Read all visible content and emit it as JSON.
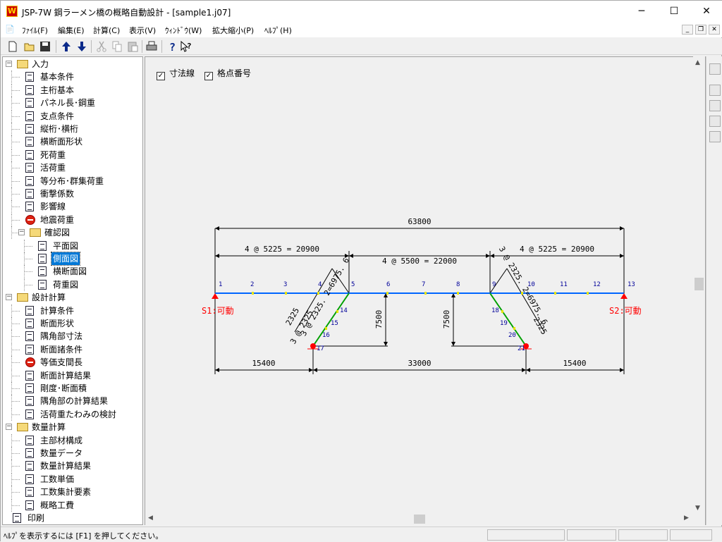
{
  "window": {
    "title": "JSP-7W 鋼ラーメン橋の概略自動設計 - [sample1.j07]",
    "app_icon_letter": "W",
    "minimize": "─",
    "maximize": "☐",
    "close": "✕"
  },
  "menu": {
    "items": [
      "ﾌｧｲﾙ(F)",
      "編集(E)",
      "計算(C)",
      "表示(V)",
      "ｳｨﾝﾄﾞｳ(W)",
      "拡大縮小(P)",
      "ﾍﾙﾌﾟ(H)"
    ],
    "mdi_minimize": "_",
    "mdi_restore": "❐",
    "mdi_close": "✕"
  },
  "toolbar": {
    "buttons": [
      "new-file-icon",
      "open-folder-icon",
      "save-icon",
      "up-arrow-icon",
      "down-arrow-icon",
      "cut-icon",
      "copy-icon",
      "paste-icon",
      "print-icon",
      "help-icon",
      "context-help-icon"
    ]
  },
  "tree": {
    "items": [
      {
        "label": "入力",
        "icon": "folder",
        "level": 0,
        "expander": "−"
      },
      {
        "label": "基本条件",
        "icon": "doc",
        "level": 1
      },
      {
        "label": "主桁基本",
        "icon": "doc",
        "level": 1
      },
      {
        "label": "パネル長･鋼重",
        "icon": "doc",
        "level": 1
      },
      {
        "label": "支点条件",
        "icon": "doc",
        "level": 1
      },
      {
        "label": "縦桁･横桁",
        "icon": "doc",
        "level": 1
      },
      {
        "label": "横断面形状",
        "icon": "doc",
        "level": 1
      },
      {
        "label": "死荷重",
        "icon": "doc",
        "level": 1
      },
      {
        "label": "活荷重",
        "icon": "doc",
        "level": 1
      },
      {
        "label": "等分布･群集荷重",
        "icon": "doc",
        "level": 1
      },
      {
        "label": "衝撃係数",
        "icon": "doc",
        "level": 1
      },
      {
        "label": "影響線",
        "icon": "doc",
        "level": 1
      },
      {
        "label": "地震荷重",
        "icon": "stop",
        "level": 1
      },
      {
        "label": "確認図",
        "icon": "folder",
        "level": 1,
        "expander": "−"
      },
      {
        "label": "平面図",
        "icon": "doc",
        "level": 2
      },
      {
        "label": "側面図",
        "icon": "doc",
        "level": 2,
        "selected": true
      },
      {
        "label": "横断面図",
        "icon": "doc",
        "level": 2
      },
      {
        "label": "荷重図",
        "icon": "doc",
        "level": 2
      },
      {
        "label": "設計計算",
        "icon": "folder",
        "level": 0,
        "expander": "−"
      },
      {
        "label": "計算条件",
        "icon": "doc",
        "level": 1
      },
      {
        "label": "断面形状",
        "icon": "doc",
        "level": 1
      },
      {
        "label": "隅角部寸法",
        "icon": "doc",
        "level": 1
      },
      {
        "label": "断面諸条件",
        "icon": "doc",
        "level": 1
      },
      {
        "label": "等価支間長",
        "icon": "stop",
        "level": 1
      },
      {
        "label": "断面計算結果",
        "icon": "doc",
        "level": 1
      },
      {
        "label": "剛度･断面積",
        "icon": "doc",
        "level": 1
      },
      {
        "label": "隅角部の計算結果",
        "icon": "doc",
        "level": 1
      },
      {
        "label": "活荷重たわみの検討",
        "icon": "doc",
        "level": 1
      },
      {
        "label": "数量計算",
        "icon": "folder",
        "level": 0,
        "expander": "−"
      },
      {
        "label": "主部材構成",
        "icon": "doc",
        "level": 1
      },
      {
        "label": "数量データ",
        "icon": "doc",
        "level": 1
      },
      {
        "label": "数量計算結果",
        "icon": "doc",
        "level": 1
      },
      {
        "label": "工数単価",
        "icon": "doc",
        "level": 1
      },
      {
        "label": "工数集計要素",
        "icon": "doc",
        "level": 1
      },
      {
        "label": "概略工費",
        "icon": "doc",
        "level": 1
      },
      {
        "label": "印刷",
        "icon": "doc",
        "level": 0
      }
    ]
  },
  "options": {
    "dimension_lines": {
      "label": "寸法線",
      "checked": true,
      "mark": "✓"
    },
    "node_numbers": {
      "label": "格点番号",
      "checked": true,
      "mark": "✓"
    }
  },
  "drawing": {
    "total_dim": "63800",
    "span_left_dim": "4 @ 5225 = 20900",
    "span_center_dim": "4 @ 5500 = 22000",
    "span_right_dim": "4 @ 5225 = 20900",
    "bottom_left_dim": "15400",
    "bottom_center_dim": "33000",
    "bottom_right_dim": "15400",
    "left_height_dim": "7500",
    "right_height_dim": "7500",
    "left_leg_upper_dim": "3 @ 2325. 2=6975. 6",
    "left_leg_lower_dim": "3 @ 2325",
    "left_leg_side_dim": "2325",
    "right_leg_upper_dim": "3 @ 2325. 2=6975. 6",
    "right_leg_side_dim": "2325",
    "support_left": "S1:可動",
    "support_right": "S2:可動",
    "node_labels": [
      "1",
      "2",
      "3",
      "4",
      "5",
      "6",
      "7",
      "8",
      "9",
      "10",
      "11",
      "12",
      "13",
      "14",
      "15",
      "16",
      "17",
      "18",
      "19",
      "20",
      "21"
    ],
    "colors": {
      "deck": "#0066ff",
      "leg": "#00a000",
      "node": "#e6e600",
      "support": "#ff0000",
      "dim": "#000000",
      "label": "#000099"
    }
  },
  "status": {
    "text": "ﾍﾙﾌﾟを表示するには [F1] を押してください。"
  }
}
